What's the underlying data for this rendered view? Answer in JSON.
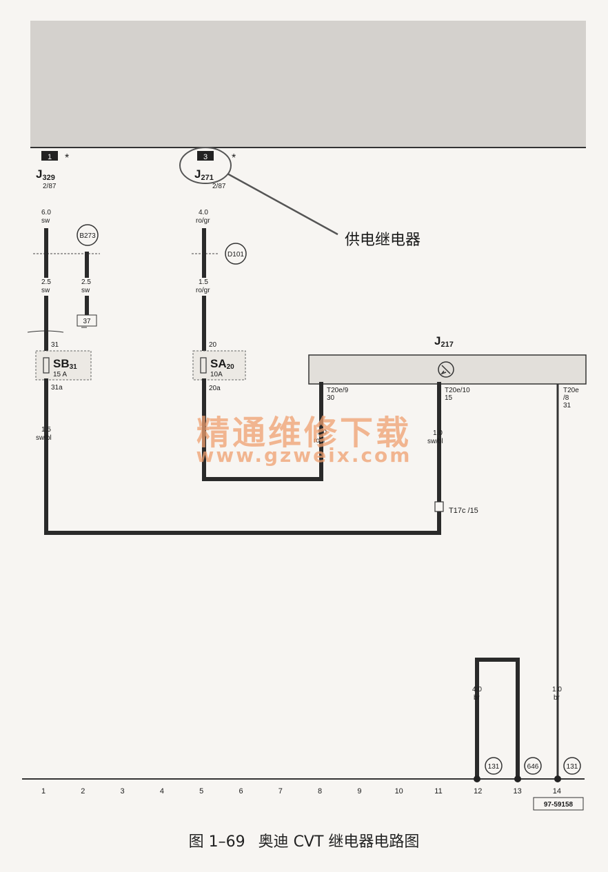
{
  "callout": "供电继电器",
  "caption": {
    "figure": "图 1–69",
    "title": "奥迪 CVT 继电器电路图"
  },
  "watermark": {
    "line1": "精通维修下载",
    "line2": "www.gzweix.com"
  },
  "relays": [
    {
      "badge": "1",
      "star": "*",
      "name": "J",
      "sub": "329",
      "pin": "2/87"
    },
    {
      "badge": "3",
      "star": "*",
      "name": "J",
      "sub": "271",
      "pin": "2/87"
    }
  ],
  "wires": [
    {
      "size": "6.0",
      "color": "sw"
    },
    {
      "size": "2.5",
      "color": "sw"
    },
    {
      "size": "2.5",
      "color": "sw"
    },
    {
      "size": "4.0",
      "color": "ro/gr"
    },
    {
      "size": "1.5",
      "color": "ro/gr"
    },
    {
      "size": "1.5",
      "color": "sw/bl"
    },
    {
      "size": "1.0",
      "color": "ro/li"
    },
    {
      "size": "1.0",
      "color": "sw/bl"
    },
    {
      "size": "4.0",
      "color": "br"
    },
    {
      "size": "1.0",
      "color": "br"
    }
  ],
  "connectors": {
    "b273": "B273",
    "d101": "D101",
    "box37": "37",
    "t17c": "T17c /15"
  },
  "fuses": [
    {
      "name": "SB",
      "sub": "31",
      "rating": "15 A",
      "top_pin": "31",
      "bottom_pin": "31a"
    },
    {
      "name": "SA",
      "sub": "20",
      "rating": "10A",
      "top_pin": "20",
      "bottom_pin": "20a"
    }
  ],
  "ecu": {
    "name": "J",
    "sub": "217",
    "pins": [
      {
        "a": "T20e/9",
        "b": "30"
      },
      {
        "a": "T20e/10",
        "b": "15"
      },
      {
        "a": "T20e",
        "b": "/8",
        "c": "31"
      }
    ]
  },
  "grounds": [
    "131",
    "646",
    "131"
  ],
  "ruler": [
    "1",
    "2",
    "3",
    "4",
    "5",
    "6",
    "7",
    "8",
    "9",
    "10",
    "11",
    "12",
    "13",
    "14"
  ],
  "doc_number": "97-59158"
}
